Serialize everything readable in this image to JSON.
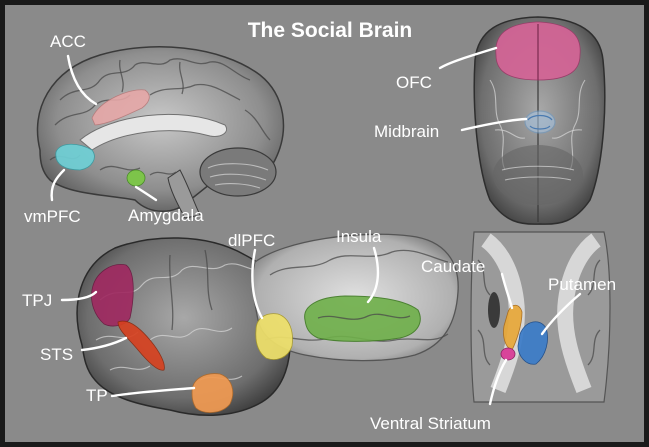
{
  "title": "The Social Brain",
  "colors": {
    "background": "#8a8a8a",
    "frame": "#1a1a1a",
    "acc": "#e8a8a8",
    "vmpfc": "#6fd0d6",
    "amygdala": "#7dc44a",
    "ofc": "#d46496",
    "midbrain": "#a8c8e8",
    "tpj": "#a02860",
    "sts": "#d8401e",
    "tp": "#f09a52",
    "dlpfc": "#eee06a",
    "insula": "#6fb04a",
    "caudate": "#e8a83a",
    "putamen": "#3c7cc8",
    "ventral_striatum": "#d8449a"
  },
  "regions": {
    "acc": "ACC",
    "vmpfc": "vmPFC",
    "amygdala": "Amygdala",
    "ofc": "OFC",
    "midbrain": "Midbrain",
    "tpj": "TPJ",
    "sts": "STS",
    "tp": "TP",
    "dlpfc": "dlPFC",
    "insula": "Insula",
    "caudate": "Caudate",
    "putamen": "Putamen",
    "ventral_striatum": "Ventral Striatum"
  }
}
